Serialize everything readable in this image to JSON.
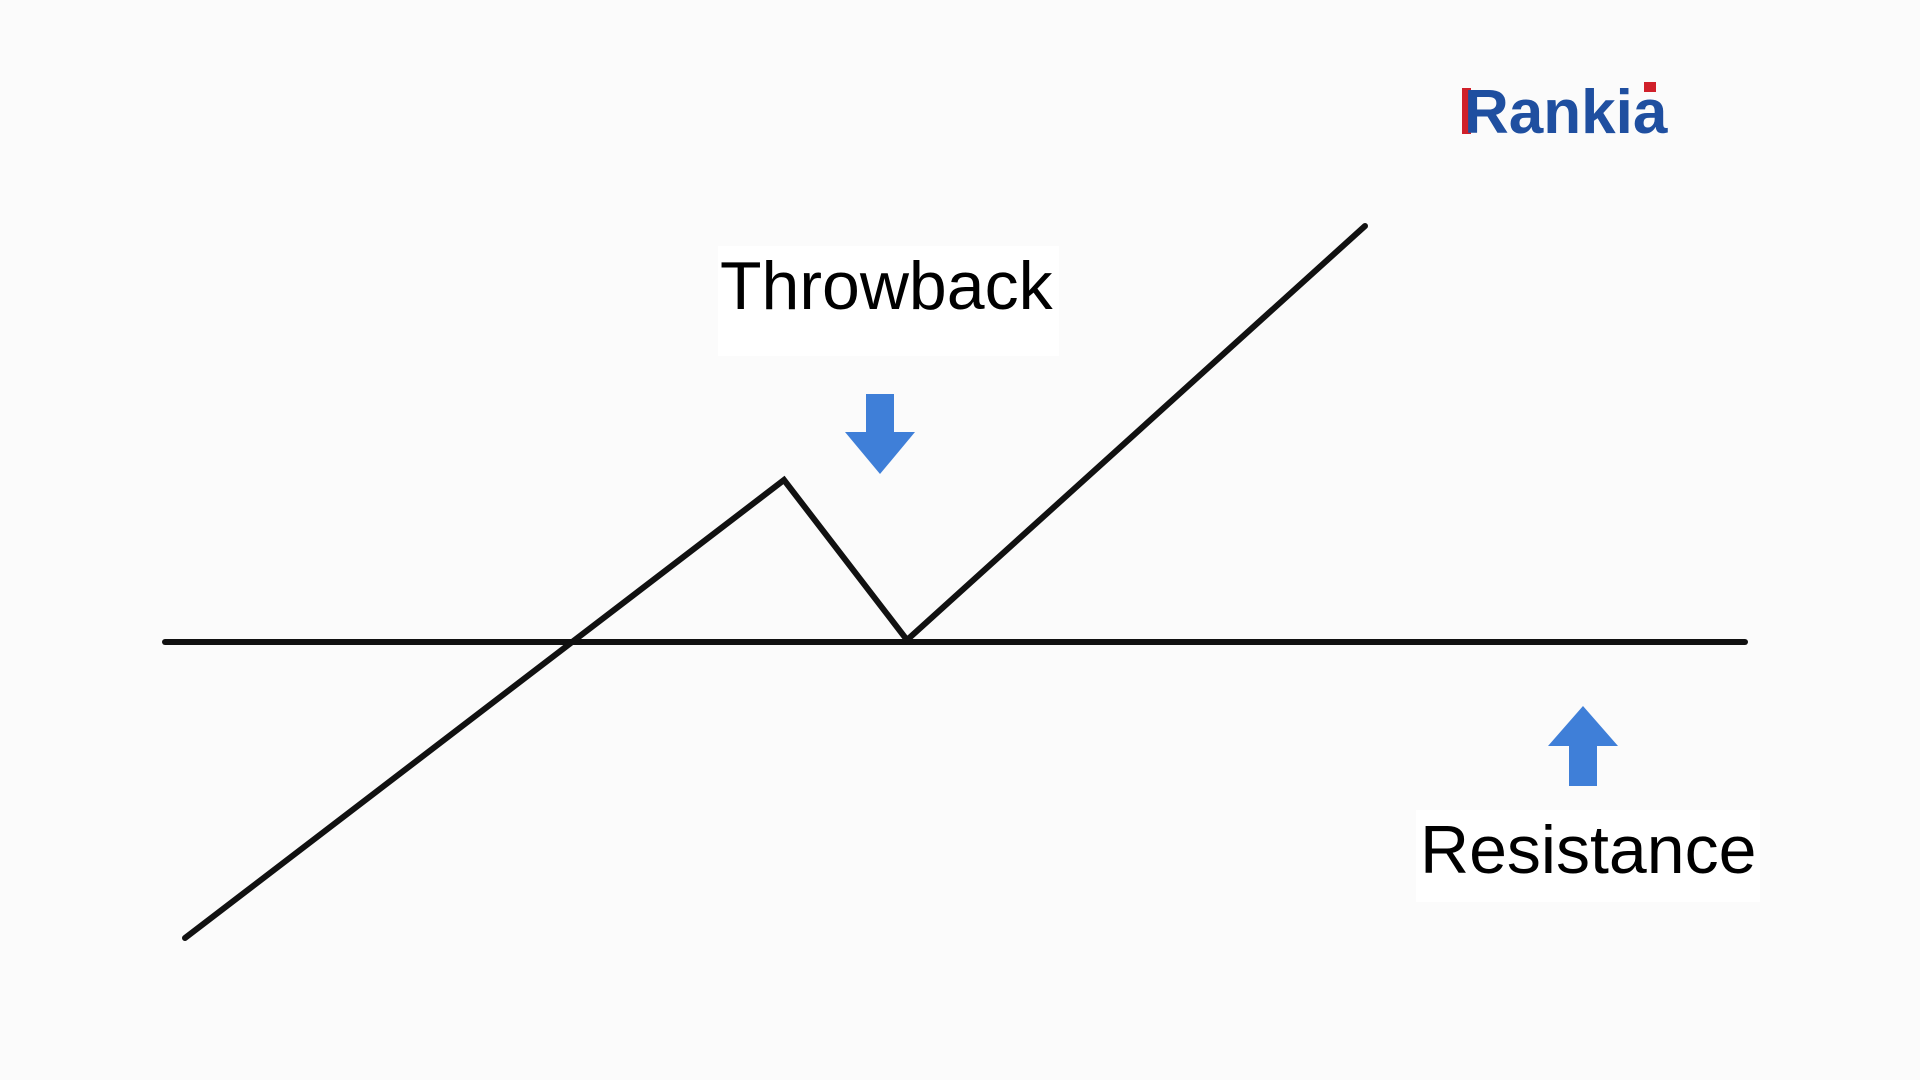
{
  "labels": {
    "throwback": "Throwback",
    "resistance": "Resistance"
  },
  "logo": {
    "text": "Rankia",
    "colors": {
      "primary": "#1f4fa0",
      "accent": "#d0202a"
    }
  },
  "arrows": {
    "throwback": {
      "icon": "arrow-down-icon",
      "color": "#3f7fd8"
    },
    "resistance": {
      "icon": "arrow-up-icon",
      "color": "#3f7fd8"
    }
  },
  "colors": {
    "background": "#fbfbfb",
    "line": "#111111"
  }
}
